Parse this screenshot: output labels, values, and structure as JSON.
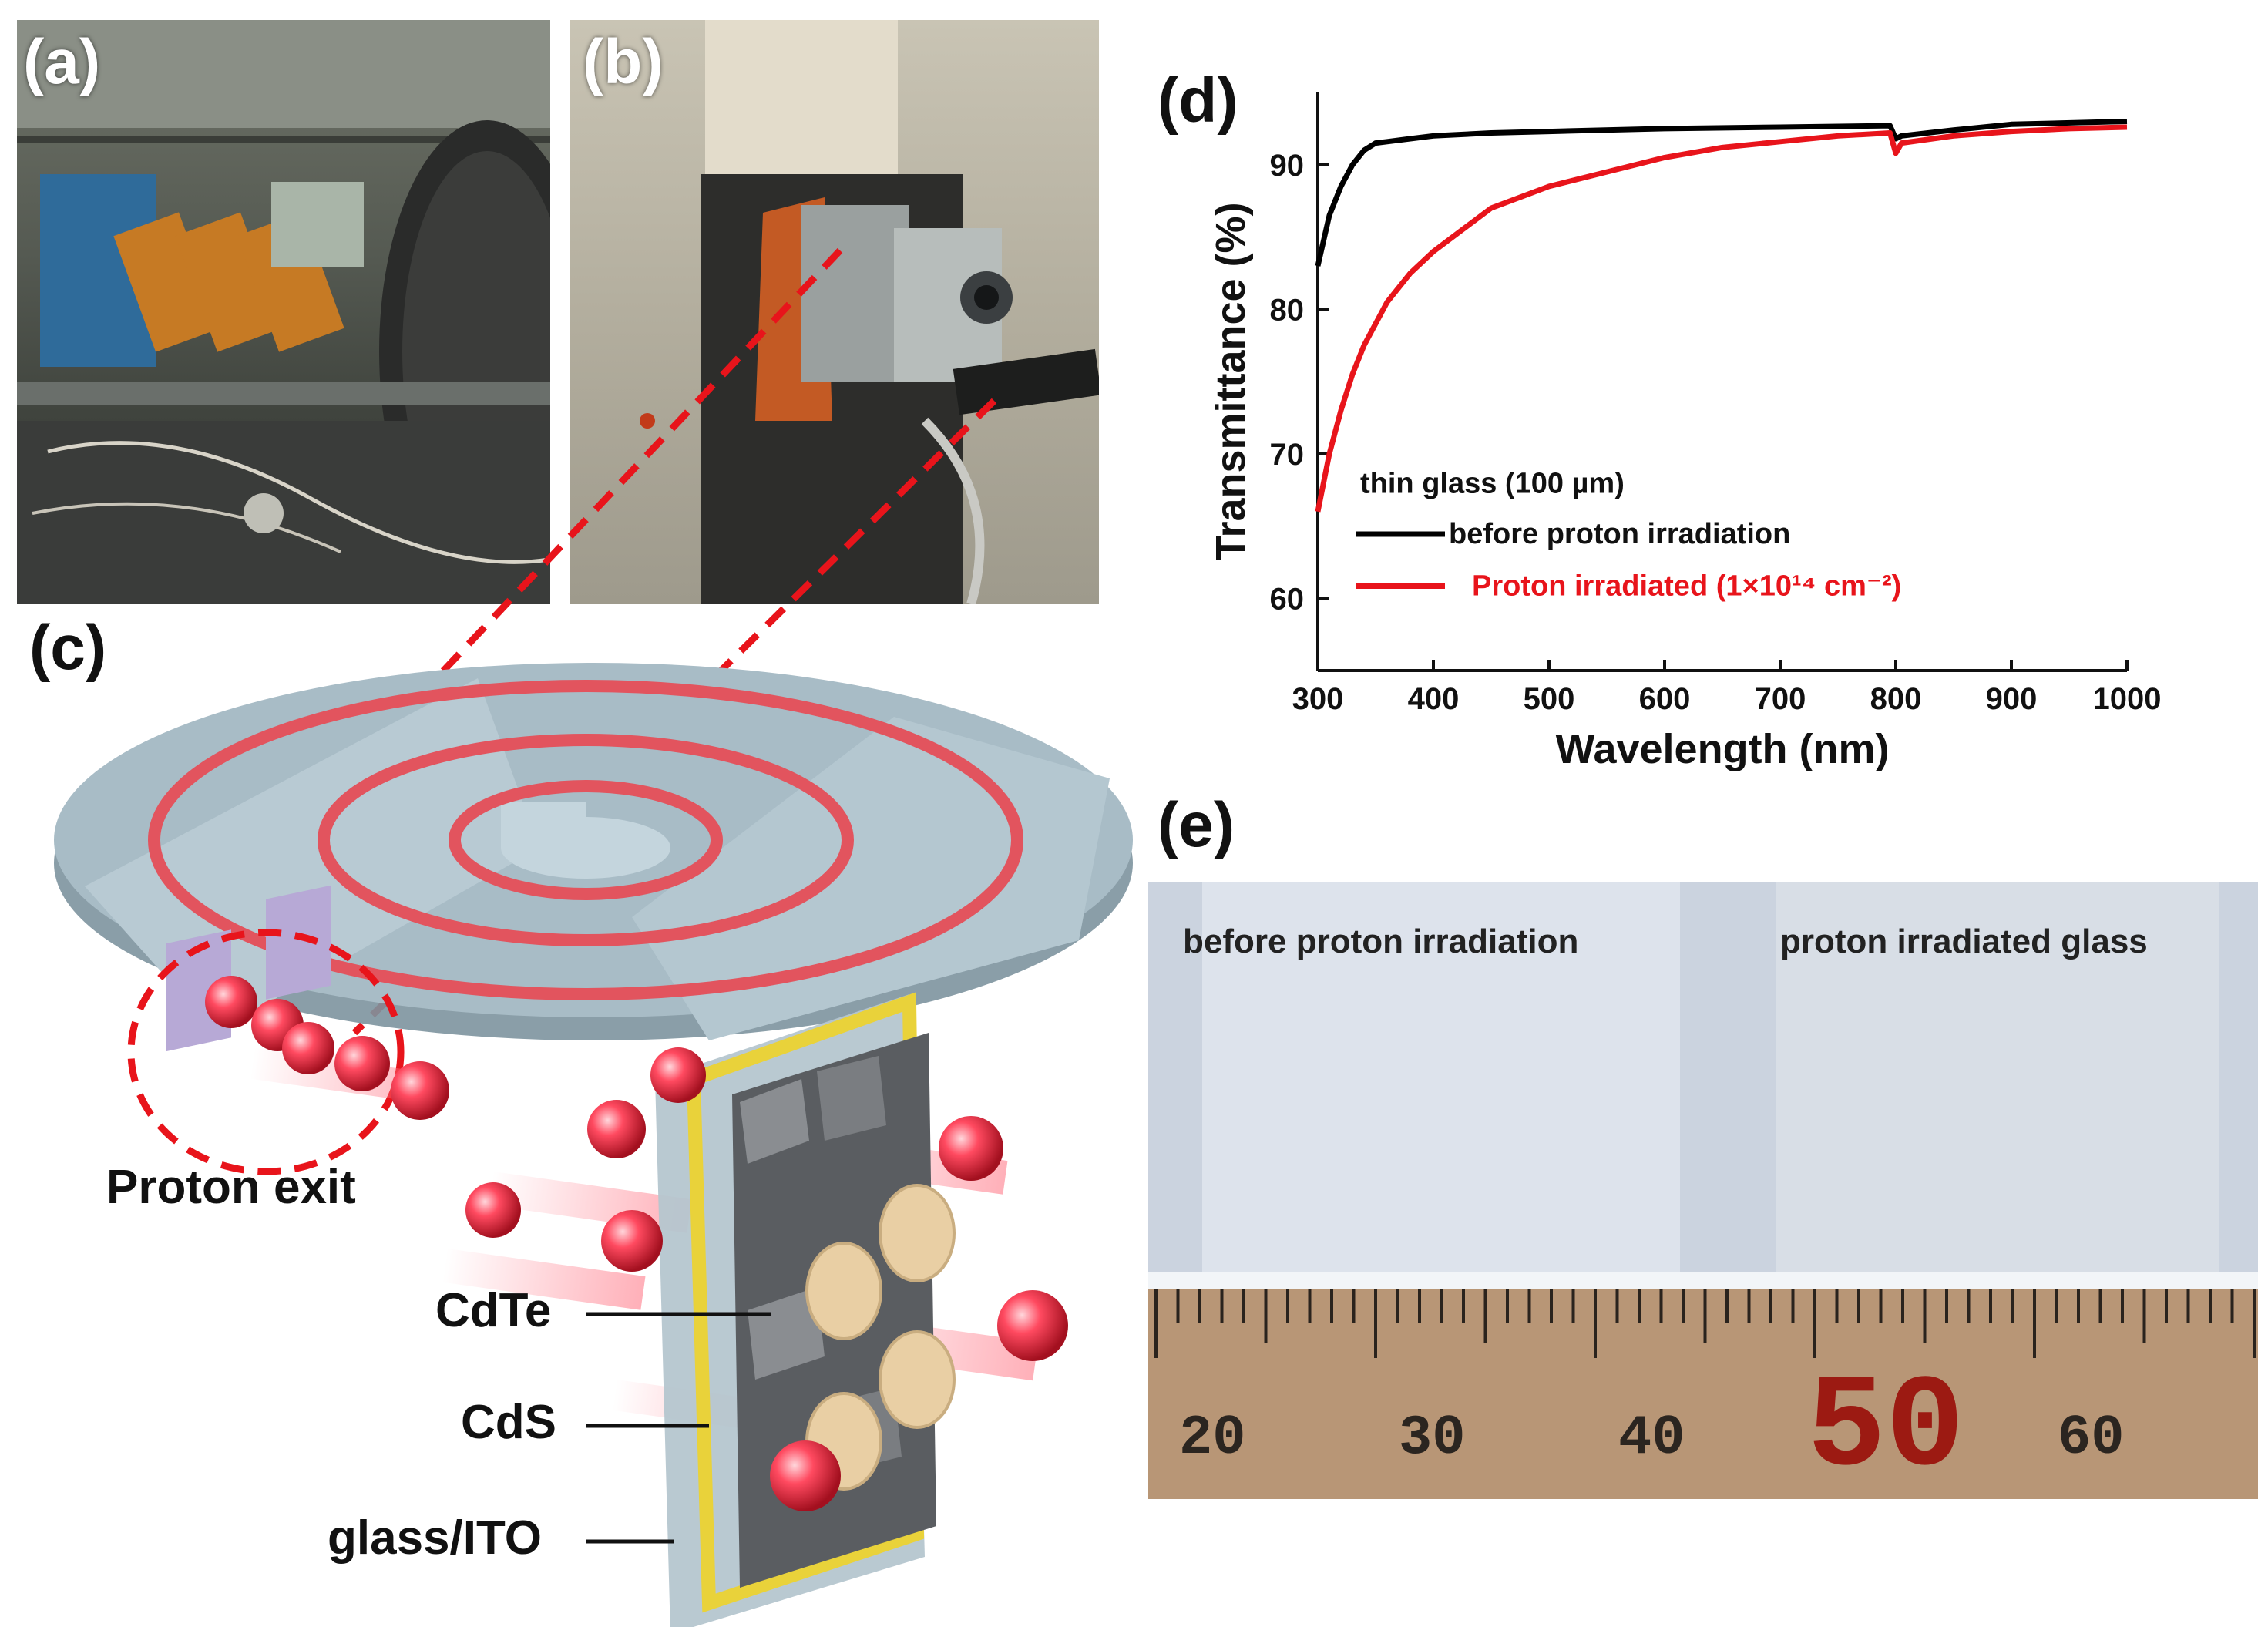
{
  "panels": {
    "a": {
      "letter": "(a)"
    },
    "b": {
      "letter": "(b)"
    },
    "c": {
      "letter": "(c)",
      "labels": {
        "proton_exit": "Proton exit",
        "cdte": "CdTe",
        "cds": "CdS",
        "glass_ito": "glass/ITO"
      }
    },
    "d": {
      "letter": "(d)"
    },
    "e": {
      "letter": "(e)",
      "caption_left": "before proton irradiation",
      "caption_right": "proton irradiated glass",
      "ruler_numbers": [
        "20",
        "30",
        "40",
        "50",
        "60"
      ]
    }
  },
  "colors": {
    "before": "#000000",
    "irradiated": "#e8141b",
    "ring": "#e2545e",
    "disk": "#9fb3c0",
    "electrode": "#e9cfa4",
    "ito_frame": "#e9d23a",
    "ruler": "#b89676",
    "ruler_50": "#9c1a12"
  },
  "chart_data": {
    "type": "line",
    "xlabel": "Wavelength (nm)",
    "ylabel": "Transmittance (%)",
    "xlim": [
      300,
      1000
    ],
    "ylim": [
      55,
      95
    ],
    "xticks": [
      300,
      400,
      500,
      600,
      700,
      800,
      900,
      1000
    ],
    "yticks": [
      60,
      70,
      80,
      90
    ],
    "legend_title": "thin glass (100 µm)",
    "legend_placement": "bottom-left",
    "series": [
      {
        "name": "before proton irradiation",
        "color": "#000000",
        "x": [
          300,
          310,
          320,
          330,
          340,
          350,
          360,
          380,
          400,
          450,
          500,
          600,
          700,
          795,
          800,
          805,
          850,
          900,
          1000
        ],
        "y": [
          83.0,
          86.5,
          88.5,
          90.0,
          91.0,
          91.5,
          91.6,
          91.8,
          92.0,
          92.2,
          92.3,
          92.5,
          92.6,
          92.7,
          91.8,
          92.0,
          92.4,
          92.8,
          93.0
        ]
      },
      {
        "name": "Proton irradiated (1×10¹⁴ cm⁻²)",
        "color": "#e8141b",
        "x": [
          300,
          310,
          320,
          330,
          340,
          350,
          360,
          380,
          400,
          425,
          450,
          500,
          550,
          600,
          650,
          700,
          750,
          795,
          800,
          805,
          850,
          900,
          950,
          1000
        ],
        "y": [
          66.0,
          70.0,
          73.0,
          75.5,
          77.5,
          79.0,
          80.5,
          82.5,
          84.0,
          85.5,
          87.0,
          88.5,
          89.5,
          90.5,
          91.2,
          91.6,
          92.0,
          92.2,
          90.8,
          91.5,
          92.0,
          92.3,
          92.5,
          92.6
        ]
      }
    ]
  }
}
